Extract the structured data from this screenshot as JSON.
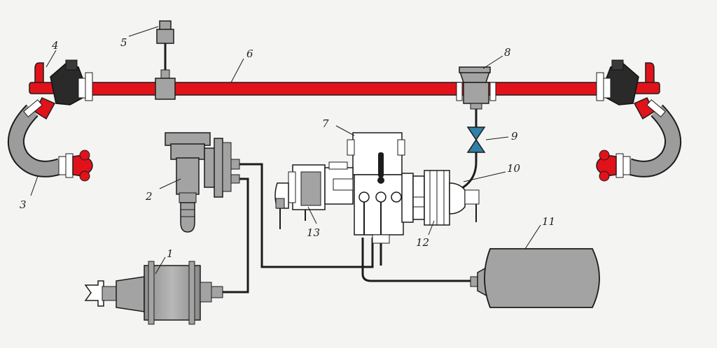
{
  "diagram": {
    "labels": {
      "l1": "1",
      "l2": "2",
      "l3": "3",
      "l4": "4",
      "l5": "5",
      "l6": "6",
      "l7": "7",
      "l8": "8",
      "l9": "9",
      "l10": "10",
      "l11": "11",
      "l12": "12",
      "l13": "13"
    },
    "colors": {
      "main_line": "#e2121a",
      "component_fill": "#a3a3a3",
      "valve": "#2f7fa6",
      "outline": "#1c1c1c"
    }
  }
}
